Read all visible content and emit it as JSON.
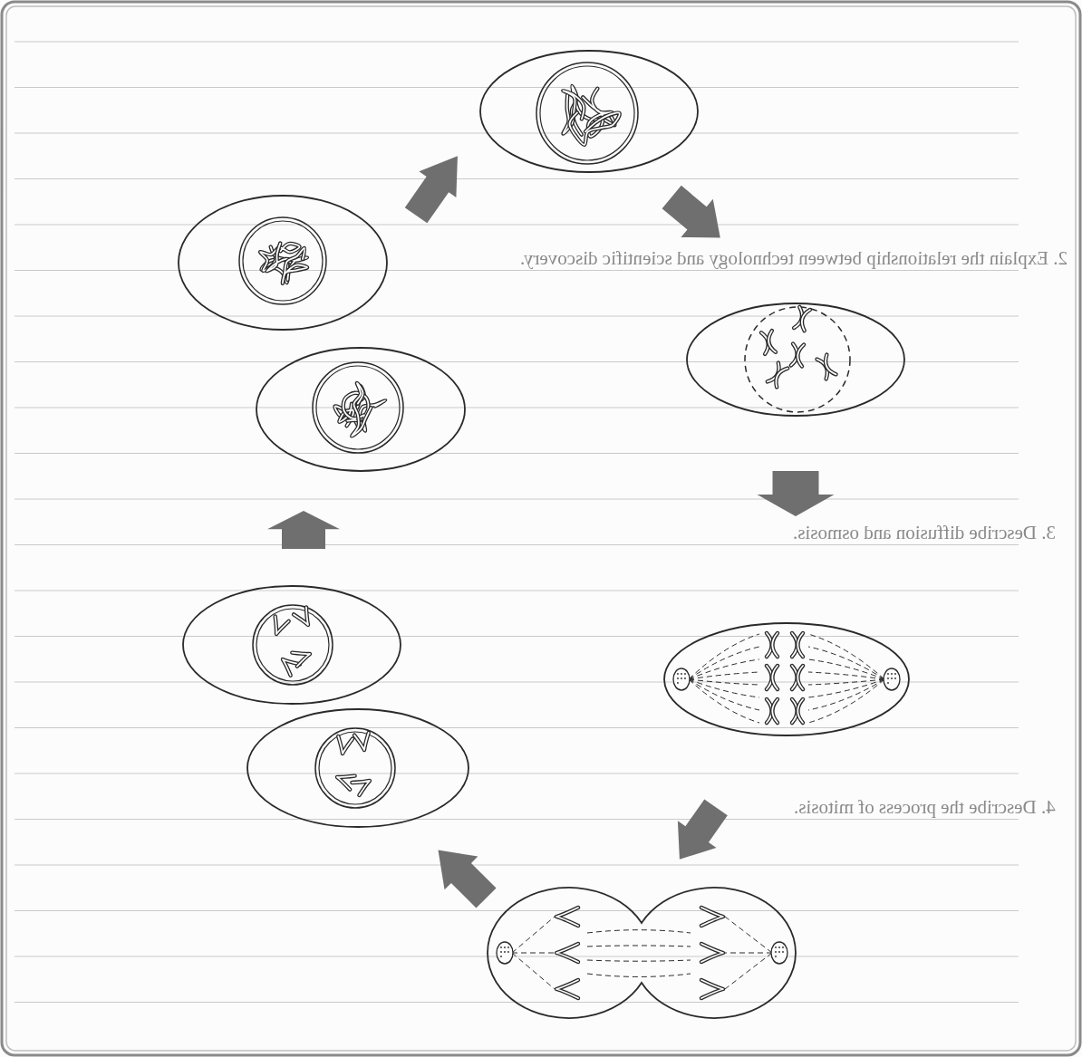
{
  "diagram": {
    "labels": [
      "2. Explain the relationship between technology and scientific discovery.",
      "3. Describe diffusion and osmosis.",
      "4. Describe the process of mitosis."
    ]
  }
}
